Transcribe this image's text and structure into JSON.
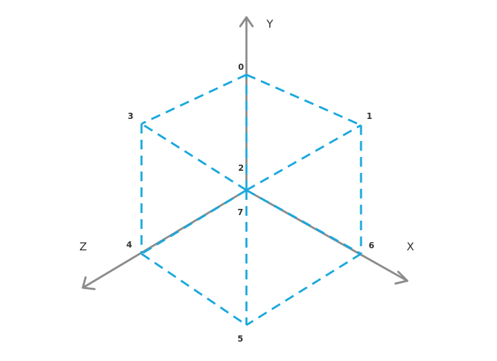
{
  "diagram": {
    "axes": [
      {
        "id": "x",
        "label": "X"
      },
      {
        "id": "y",
        "label": "Y"
      },
      {
        "id": "z",
        "label": "Z"
      }
    ],
    "vertices": [
      {
        "id": "0",
        "label": "0"
      },
      {
        "id": "1",
        "label": "1"
      },
      {
        "id": "2",
        "label": "2"
      },
      {
        "id": "3",
        "label": "3"
      },
      {
        "id": "4",
        "label": "4"
      },
      {
        "id": "5",
        "label": "5"
      },
      {
        "id": "6",
        "label": "6"
      },
      {
        "id": "7",
        "label": "7"
      }
    ],
    "edges": [
      [
        "0",
        "1"
      ],
      [
        "0",
        "3"
      ],
      [
        "3",
        "4"
      ],
      [
        "1",
        "6"
      ],
      [
        "4",
        "5"
      ],
      [
        "6",
        "5"
      ],
      [
        "2",
        "0"
      ],
      [
        "2",
        "1"
      ],
      [
        "2",
        "3"
      ],
      [
        "7",
        "4"
      ],
      [
        "7",
        "6"
      ],
      [
        "7",
        "5"
      ]
    ],
    "colors": {
      "edge": "#1ba8dd",
      "axis": "#8c8c8c"
    }
  }
}
